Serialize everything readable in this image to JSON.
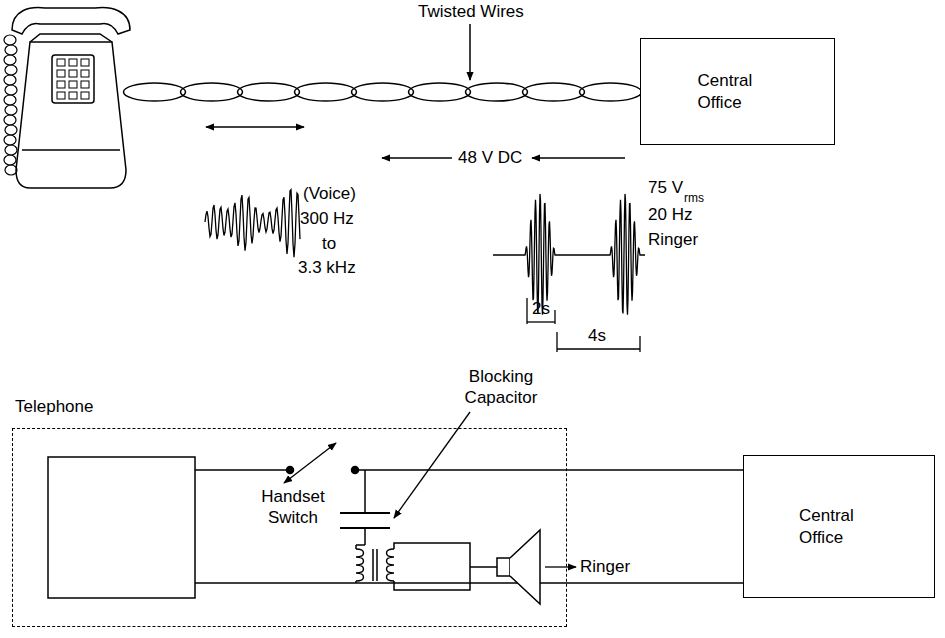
{
  "diagram": {
    "nodes": [
      {
        "text": [
          "Central Office"
        ]
      },
      {
        "text": [
          "Telephone"
        ]
      },
      {
        "text": [
          "Central Office"
        ]
      }
    ],
    "edges": [
      {
        "from": 1,
        "to": 2,
        "arrow": "none"
      },
      {
        "from": 1,
        "to": 2,
        "arrow": "none"
      }
    ],
    "labels": [
      "Twisted Wires",
      "48 V DC",
      "(Voice)",
      "300 Hz",
      "to",
      "3.3 kHz",
      "75 V",
      "rms",
      "20 Hz",
      "Ringer",
      "2s",
      "4s",
      "Blocking Capacitor",
      "Handset Switch",
      "Ringer"
    ]
  }
}
